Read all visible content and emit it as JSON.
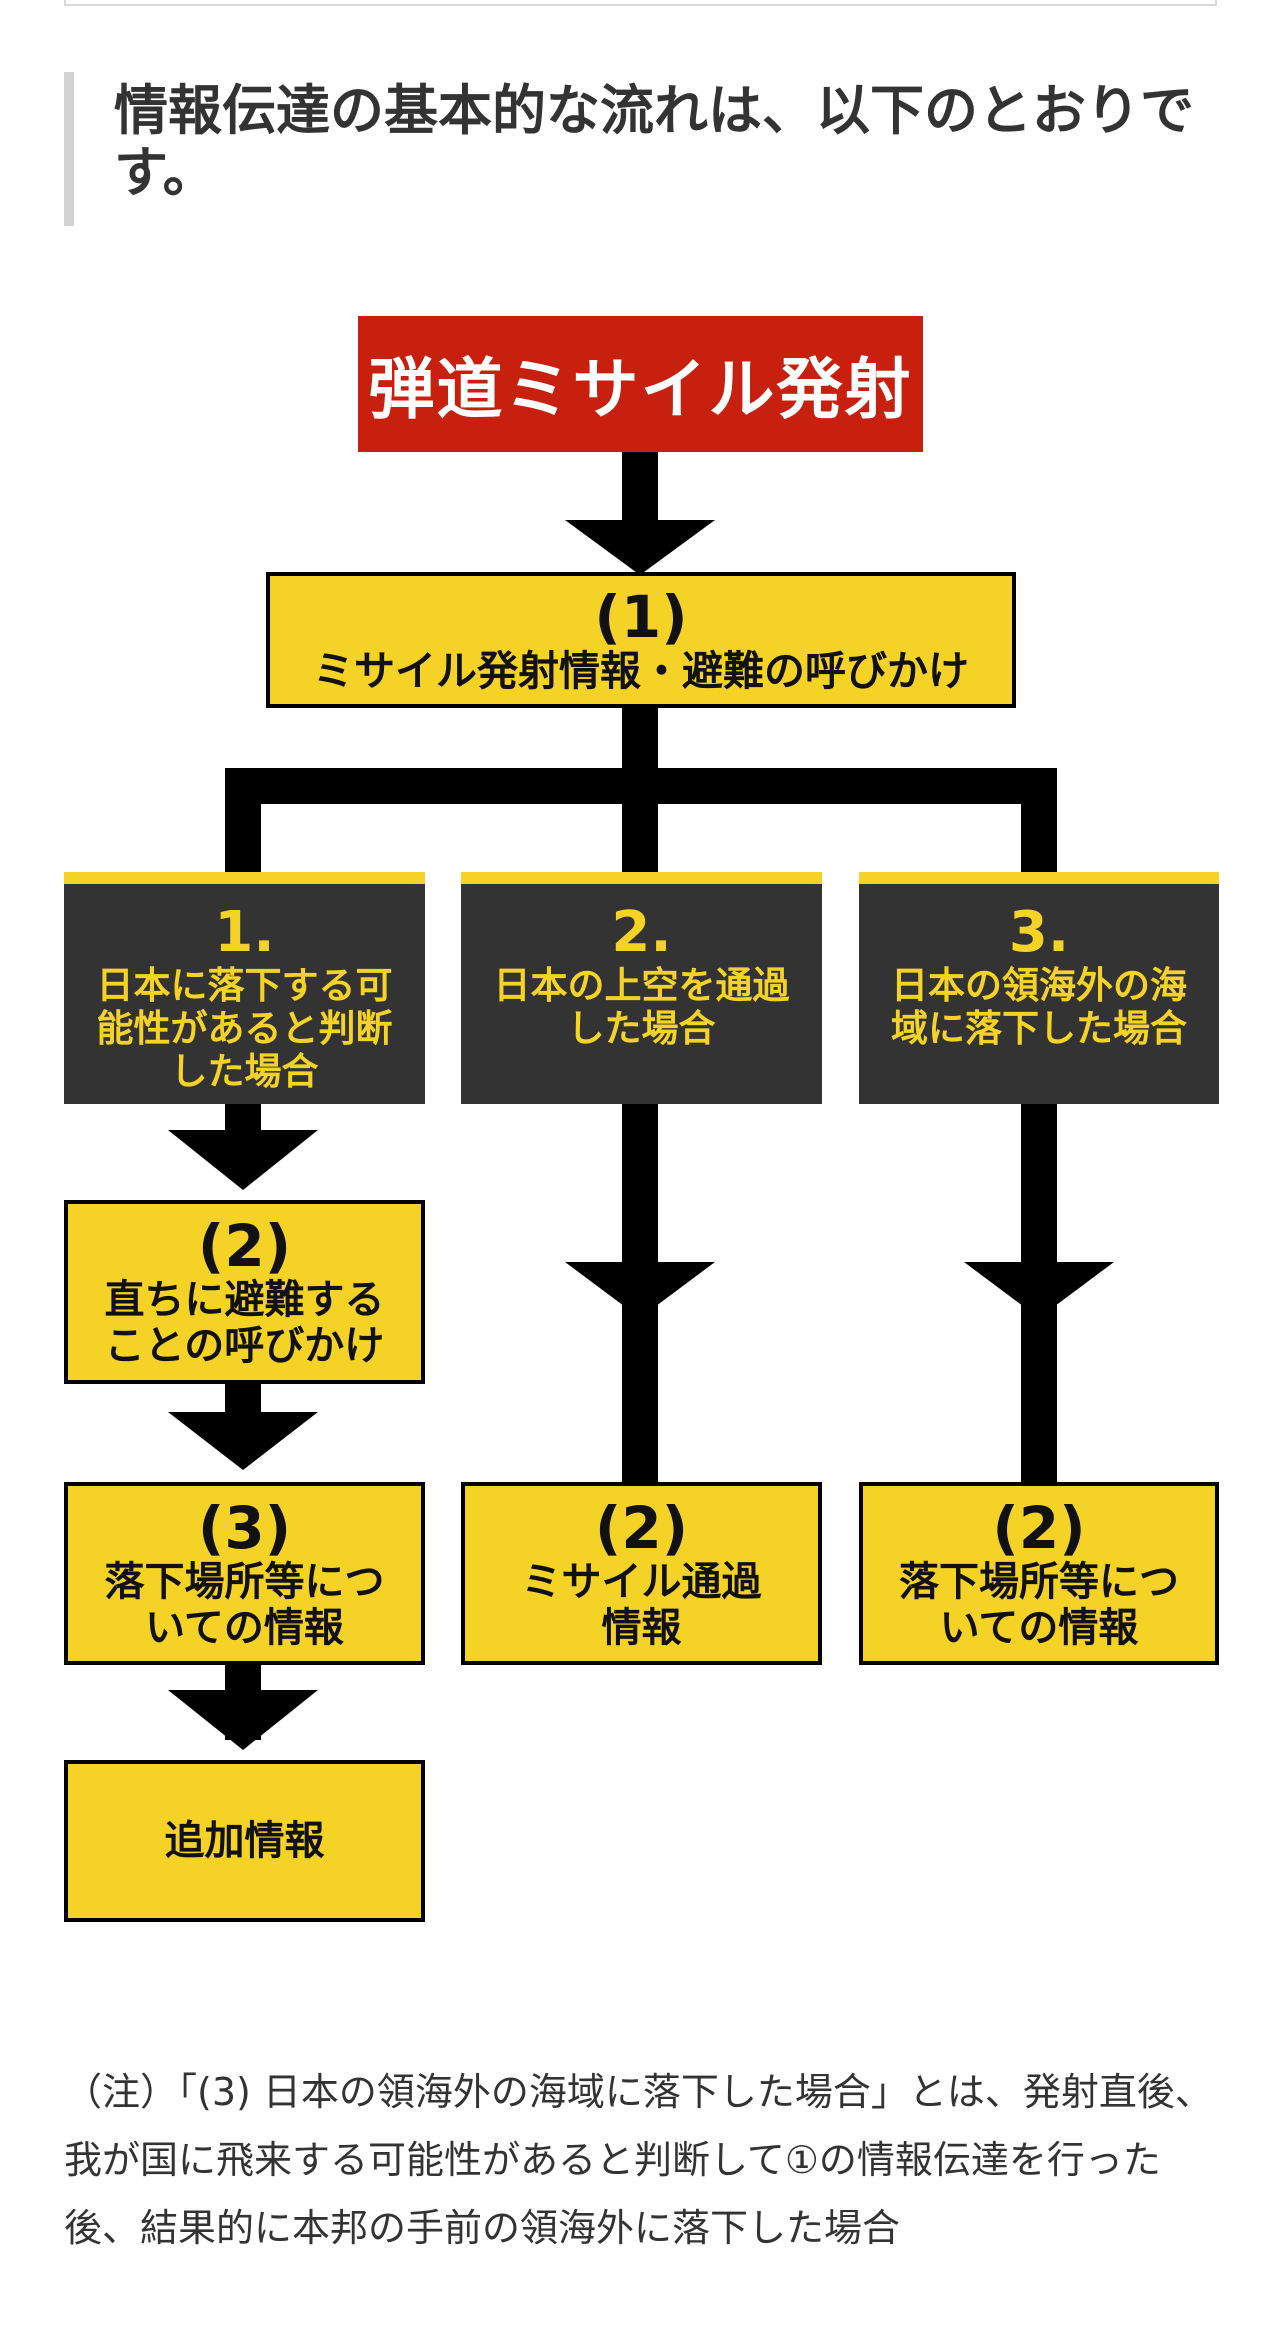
{
  "heading": "情報伝達の基本的な流れは、以下のとおりです。",
  "diagram": {
    "launch": "弾道ミサイル発射",
    "step1": {
      "number": "(1)",
      "label": "ミサイル発射情報・避難の呼びかけ"
    },
    "branches": [
      {
        "number": "1.",
        "label": "日本に落下する可\n能性があると判断\nした場合"
      },
      {
        "number": "2.",
        "label": "日本の上空を通過\nした場合"
      },
      {
        "number": "3.",
        "label": "日本の領海外の海\n域に落下した場合"
      }
    ],
    "left_steps": [
      {
        "number": "(2)",
        "label": "直ちに避難する\nことの呼びかけ"
      },
      {
        "number": "(3)",
        "label": "落下場所等につ\nいての情報"
      },
      {
        "label": "追加情報"
      }
    ],
    "middle_step": {
      "number": "(2)",
      "label": "ミサイル通過\n情報"
    },
    "right_step": {
      "number": "(2)",
      "label": "落下場所等につ\nいての情報"
    },
    "colors": {
      "launch": "#c8200e",
      "yellow": "#f4d226",
      "dark": "#333333",
      "arrow": "#000000"
    }
  },
  "note": "（注）「(3) 日本の領海外の海域に落下した場合」とは、発射直後、我が国に飛来する可能性があると判断して①の情報伝達を行った後、結果的に本邦の手前の領海外に落下した場合"
}
